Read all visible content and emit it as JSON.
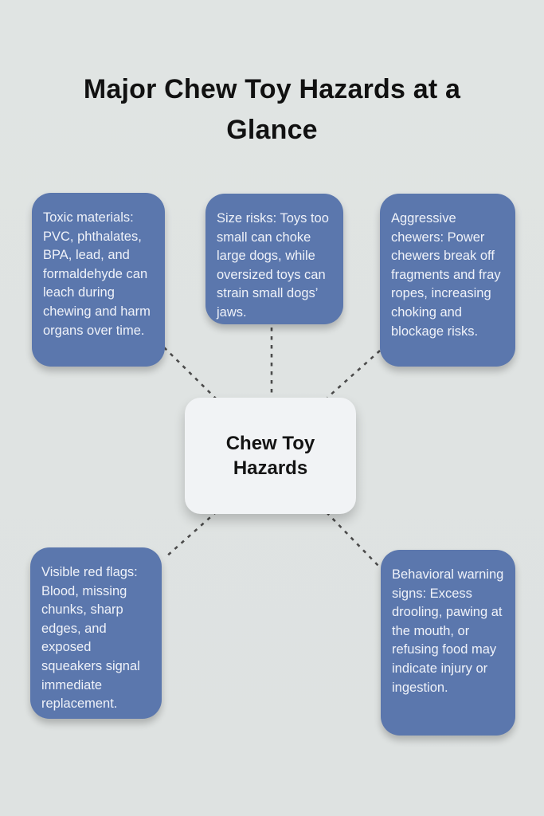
{
  "title": "Major Chew Toy Hazards at a Glance",
  "center": {
    "label": "Chew Toy Hazards"
  },
  "nodes": [
    {
      "id": "toxic-materials",
      "text": "Toxic materials: PVC, phthalates, BPA, lead, and formaldehyde can leach during chewing and harm organs over time."
    },
    {
      "id": "size-risks",
      "text": "Size risks: Toys too small can choke large dogs, while oversized toys can strain small dogs’ jaws."
    },
    {
      "id": "aggressive-chewers",
      "text": "Aggressive chewers: Power chewers break off fragments and fray ropes, increasing choking and blockage risks."
    },
    {
      "id": "visible-red-flags",
      "text": "Visible red flags: Blood, missing chunks, sharp edges, and exposed squeakers signal immediate replacement."
    },
    {
      "id": "behavioral-warning-signs",
      "text": "Behavioral warning signs: Excess drooling, pawing at the mouth, or refusing food may indicate injury or ingestion."
    }
  ],
  "colors": {
    "background": "#e0e4e3",
    "node_fill": "#5b77ad",
    "node_text": "#eff2f9",
    "center_fill": "#f1f3f5",
    "center_text": "#141414",
    "title_text": "#111111",
    "connector": "#4b4b4b"
  }
}
